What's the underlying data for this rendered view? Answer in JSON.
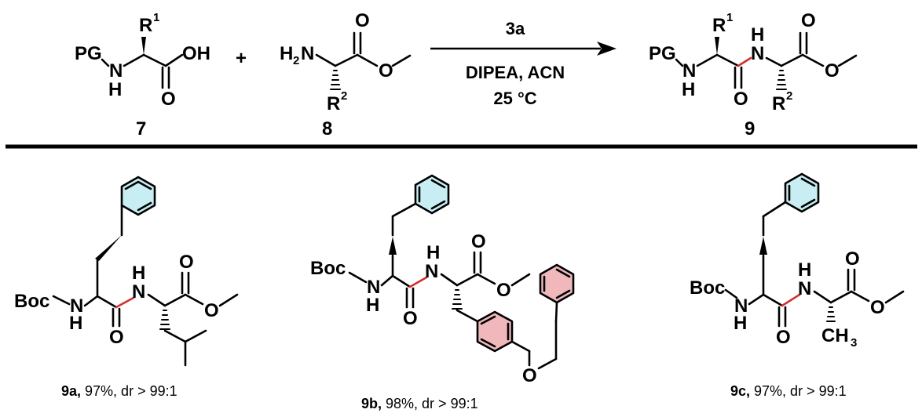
{
  "scheme": {
    "reactant_acid": {
      "label": "7",
      "atoms": {
        "pg": "PG",
        "n": "N",
        "h": "H",
        "r": "R",
        "r_sup": "1",
        "oh": "OH",
        "o": "O"
      }
    },
    "plus": "+",
    "reactant_amine": {
      "label": "8",
      "atoms": {
        "h2": "H",
        "h2_sub": "2",
        "n": "N",
        "o_top": "O",
        "o_ester": "O",
        "r": "R",
        "r_sup": "2"
      }
    },
    "arrow": {
      "reagent": "3a",
      "conditions": "DIPEA, ACN",
      "temperature": "25 °C"
    },
    "product": {
      "label": "9",
      "atoms": {
        "pg": "PG",
        "n1": "N",
        "h1": "H",
        "r1": "R",
        "r1_sup": "1",
        "h2": "H",
        "n2": "N",
        "o_top": "O",
        "o_ester": "O",
        "o_amide": "O",
        "r2": "R",
        "r2_sup": "2"
      }
    }
  },
  "products": [
    {
      "id": "9a",
      "caption_id": "9a,",
      "caption_rest": " 97%, dr > 99:1",
      "atoms": {
        "boc": "Boc",
        "n1": "N",
        "h1": "H",
        "h2": "H",
        "n2": "N",
        "o_top": "O",
        "o_ester": "O",
        "o_amide": "O"
      }
    },
    {
      "id": "9b",
      "caption_id": "9b,",
      "caption_rest": " 98%, dr > 99:1",
      "atoms": {
        "boc": "Boc",
        "n1": "N",
        "h1": "H",
        "h2": "H",
        "n2": "N",
        "o_top": "O",
        "o_ester": "O",
        "o_amide": "O",
        "o_ether": "O"
      }
    },
    {
      "id": "9c",
      "caption_id": "9c,",
      "caption_rest": " 97%, dr > 99:1",
      "atoms": {
        "boc": "Boc",
        "n1": "N",
        "h1": "H",
        "h2": "H",
        "n2": "N",
        "o_top": "O",
        "o_ester": "O",
        "o_amide": "O",
        "ch": "CH",
        "ch_sub": "3"
      }
    }
  ],
  "colors": {
    "new_bond": "#d62e2e",
    "phenyl_ring": "#c8eef4",
    "tyrosine_rings": "#f1b8bc"
  }
}
